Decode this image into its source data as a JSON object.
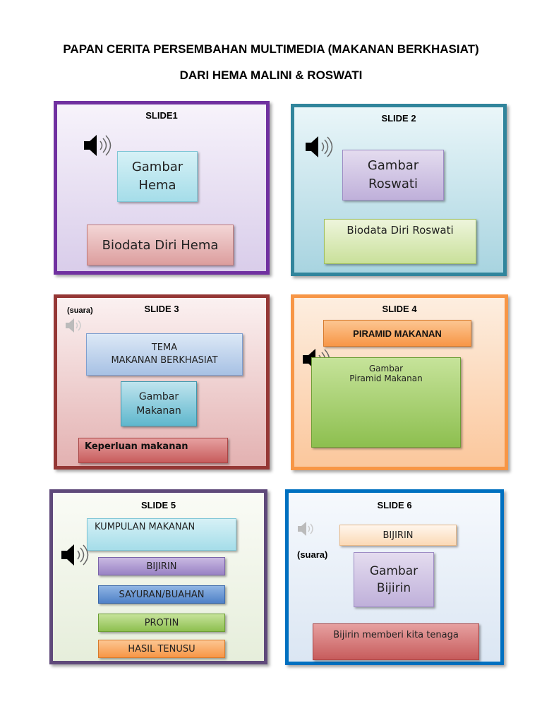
{
  "title": {
    "line1": "PAPAN CERITA PERSEMBAHAN MULTIMEDIA (MAKANAN BERKHASIAT)",
    "line2": "DARI HEMA MALINI & ROSWATI"
  },
  "slide1": {
    "label": "SLIDE1",
    "image_box": "Gambar\nHema",
    "bio_box": "Biodata Diri Hema"
  },
  "slide2": {
    "label": "SLIDE 2",
    "image_box": "Gambar\nRoswati",
    "bio_box": "Biodata Diri Roswati"
  },
  "slide3": {
    "label": "SLIDE 3",
    "sound_label": "(suara)",
    "theme_box": "TEMA\nMAKANAN BERKHASIAT",
    "image_box": "Gambar\nMakanan",
    "needs_box": "Keperluan makanan"
  },
  "slide4": {
    "label": "SLIDE 4",
    "pyramid_title": "PIRAMID  MAKANAN",
    "image_box": "Gambar\nPiramid Makanan"
  },
  "slide5": {
    "label": "SLIDE 5",
    "group_box": "KUMPULAN MAKANAN",
    "items": [
      "BIJIRIN",
      "SAYURAN/BUAHAN",
      "PROTIN",
      "HASIL TENUSU"
    ]
  },
  "slide6": {
    "label": "SLIDE 6",
    "sound_label": "(suara)",
    "grain_box": "BIJIRIN",
    "image_box": "Gambar\nBijirin",
    "caption_box": "Bijirin memberi kita tenaga"
  },
  "icons": {
    "speaker": "speaker-icon",
    "speaker_muted": "speaker-muted-icon"
  },
  "colors": {
    "slide1_border": "#7030a0",
    "slide2_border": "#31859c",
    "slide3_border": "#953735",
    "slide4_border": "#f79646",
    "slide5_border": "#5f497a",
    "slide6_border": "#0070c0"
  }
}
